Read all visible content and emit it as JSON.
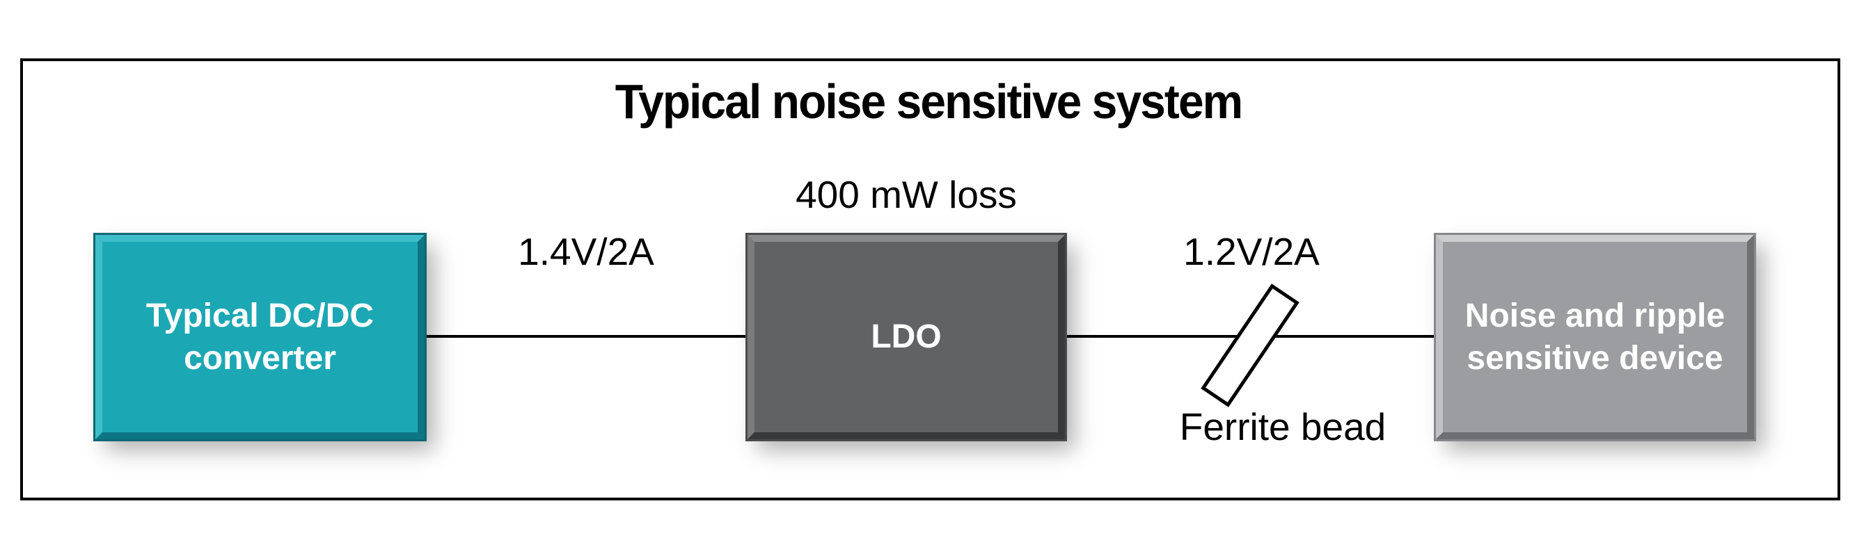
{
  "diagram": {
    "title": "Typical noise sensitive system",
    "blocks": [
      {
        "id": "dcdc",
        "label": "Typical DC/DC converter",
        "fill": "#1CA7B4",
        "text_color": "#FFFFFF"
      },
      {
        "id": "ldo",
        "label": "LDO",
        "fill": "#616264",
        "text_color": "#FFFFFF"
      },
      {
        "id": "device",
        "label": "Noise and ripple sensitive device",
        "fill": "#9C9DA0",
        "text_color": "#FFFFFF"
      }
    ],
    "annotations": {
      "net1": "1.4V/2A",
      "loss": "400 mW loss",
      "net2": "1.2V/2A",
      "ferrite": "Ferrite bead"
    },
    "colors": {
      "frame": "#000000",
      "wire": "#000000",
      "background": "#FFFFFF",
      "teal_accent": "#1CA7B4",
      "dark_gray": "#616264",
      "light_gray": "#9C9DA0"
    }
  }
}
